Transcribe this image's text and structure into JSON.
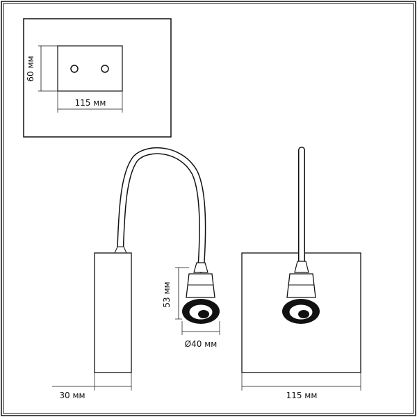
{
  "dimensions": {
    "plate_height": "60 мм",
    "plate_width": "115 мм",
    "body_depth": "30 мм",
    "front_width": "115 мм",
    "head_height": "53 мм",
    "head_diameter": "Ø40 мм"
  },
  "colors": {
    "line": "#111111",
    "background": "#ffffff",
    "head_fill": "#111111"
  }
}
